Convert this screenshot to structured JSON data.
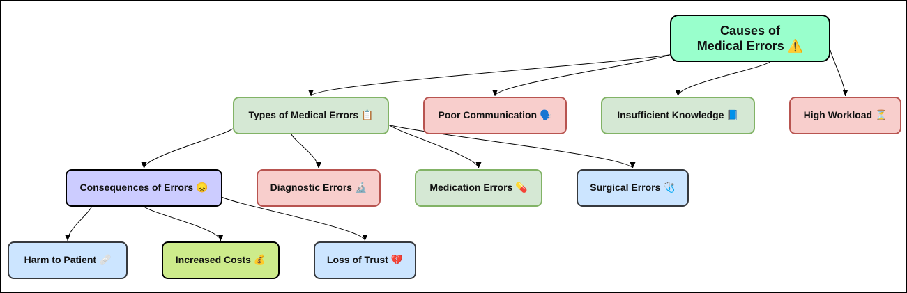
{
  "diagram": {
    "nodes": {
      "root": "Causes of\nMedical Errors ⚠️",
      "types": "Types of Medical Errors 📋",
      "poor_comm": "Poor Communication 🗣️",
      "insufficient": "Insufficient Knowledge 📘",
      "workload": "High Workload ⏳",
      "consequences": "Consequences of Errors 😞",
      "diagnostic": "Diagnostic Errors 🔬",
      "medication": "Medication Errors 💊",
      "surgical": "Surgical Errors 🩺",
      "harm": "Harm to Patient 🩹",
      "costs": "Increased Costs 💰",
      "trust": "Loss of Trust 💔"
    },
    "edges": [
      [
        "root",
        "types"
      ],
      [
        "root",
        "poor_comm"
      ],
      [
        "root",
        "insufficient"
      ],
      [
        "root",
        "workload"
      ],
      [
        "types",
        "consequences"
      ],
      [
        "types",
        "diagnostic"
      ],
      [
        "types",
        "medication"
      ],
      [
        "types",
        "surgical"
      ],
      [
        "consequences",
        "harm"
      ],
      [
        "consequences",
        "costs"
      ],
      [
        "consequences",
        "trust"
      ]
    ],
    "colors": {
      "edge": "#000000",
      "green_fill": "#d5e8d4",
      "red_fill": "#f8cecc",
      "blue_fill": "#dae8fc",
      "purple_fill": "#ccccff",
      "lime_fill": "#cdeb8b",
      "root_fill": "#99ffcc"
    }
  }
}
